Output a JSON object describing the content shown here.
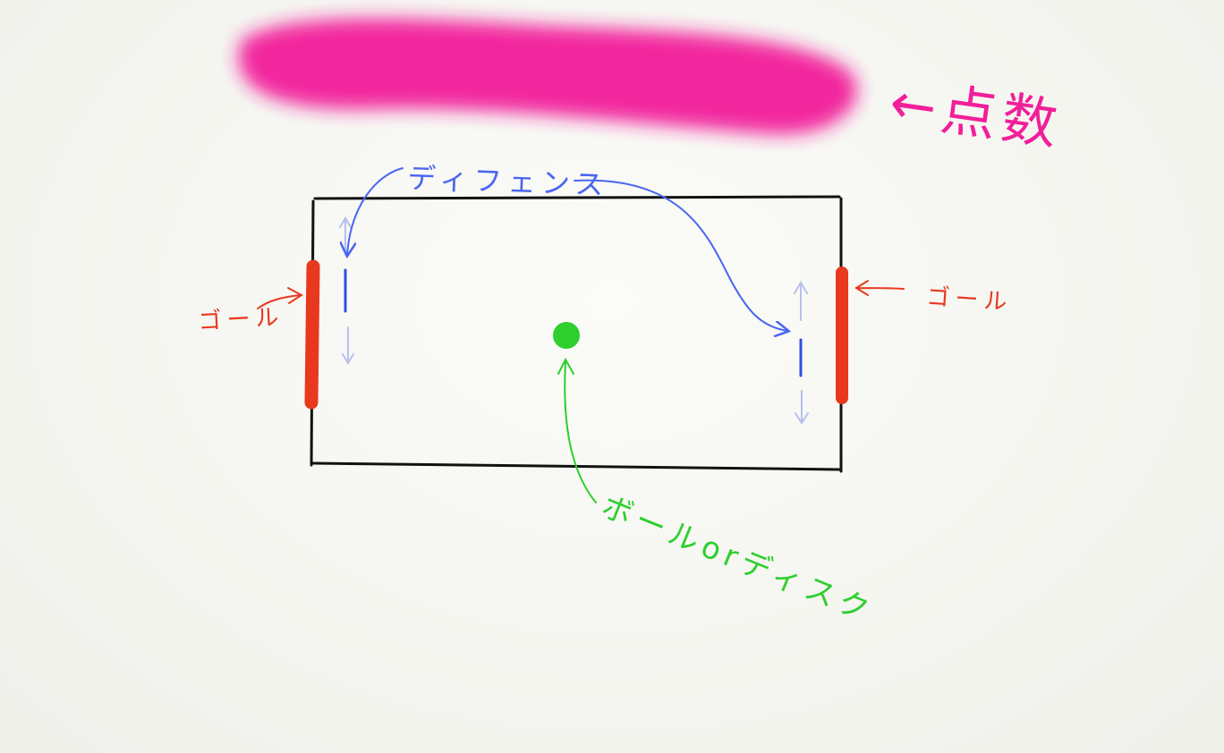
{
  "labels": {
    "score": "←点数",
    "defense": "ディフェンス",
    "goal_left": "ゴール",
    "goal_right": "ゴール",
    "ball": "ボールorディスク"
  },
  "colors": {
    "score": "#f21e9a",
    "defense": "#4a66f0",
    "goal": "#e8391f",
    "ball": "#2ecf2e",
    "field_line": "#111111",
    "paddle_hint": "#b7c0ee"
  }
}
